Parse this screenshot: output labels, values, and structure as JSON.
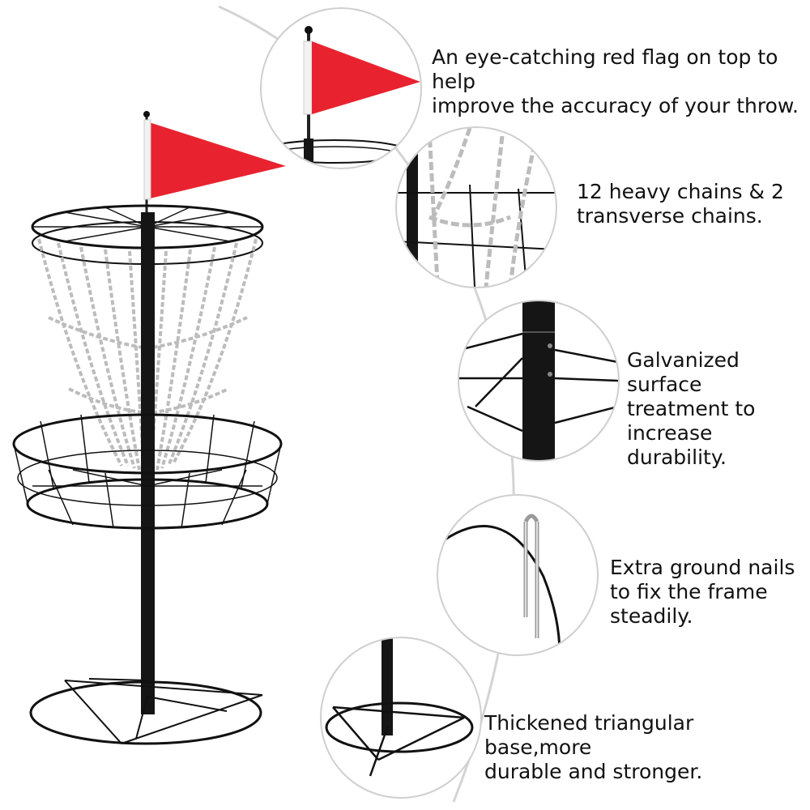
{
  "product": {
    "icon": "disc-golf-basket-illustration",
    "flag_color": "#e8232f",
    "frame_color": "#111111",
    "chain_color": "#bcbcbc"
  },
  "features": [
    {
      "icon": "red-flag-closeup",
      "text": "An eye-catching red flag on top to help\nimprove the accuracy of your throw."
    },
    {
      "icon": "chains-closeup",
      "text": "12 heavy chains & 2\ntransverse chains."
    },
    {
      "icon": "pole-joint-closeup",
      "text": "Galvanized surface\ntreatment to\nincrease durability."
    },
    {
      "icon": "ground-nail-closeup",
      "text": "Extra ground nails\nto fix the frame\nsteadily."
    },
    {
      "icon": "triangular-base-closeup",
      "text": "Thickened triangular base,more\ndurable and stronger."
    }
  ]
}
